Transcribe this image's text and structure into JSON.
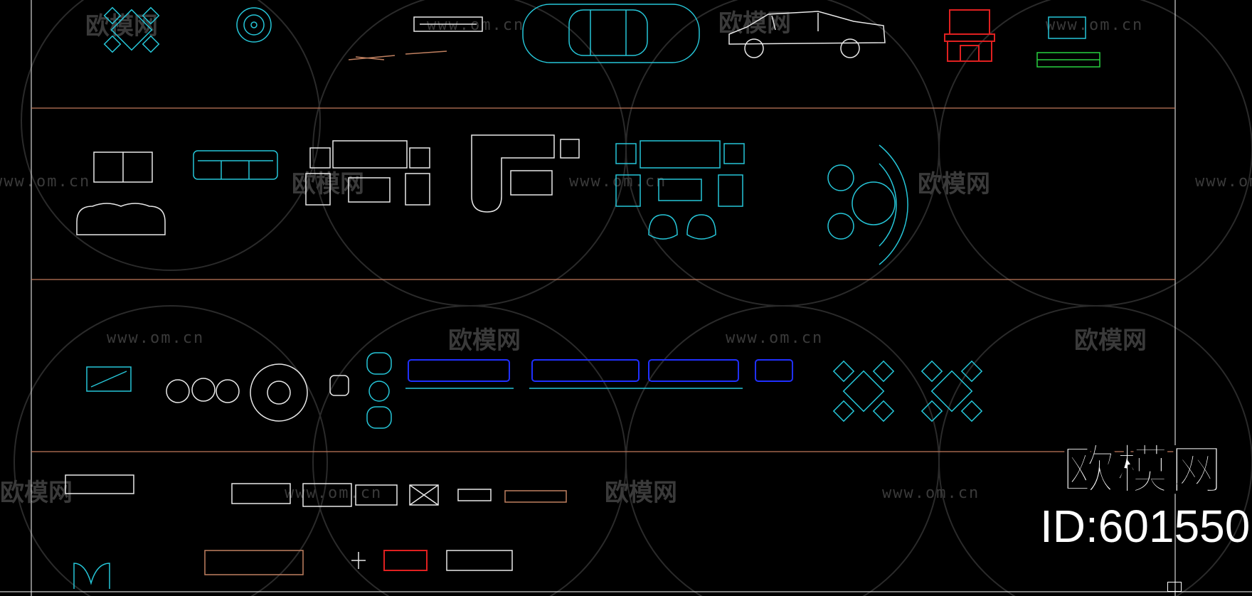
{
  "watermark": {
    "url_text": "www.om.cn",
    "site_cn": "欧模网"
  },
  "brand": {
    "name_cn": "欧模网",
    "id_label": "ID:601550"
  },
  "colors": {
    "background": "#000000",
    "cyan": "#26c6d8",
    "white": "#e8e8e8",
    "blue": "#2030ff",
    "red": "#e02020",
    "green": "#28d040",
    "grid": "#c0785a"
  },
  "drawing_rows": [
    "vehicles-and-decor",
    "sofa-sets",
    "lounge-seating",
    "cabinets-and-doors"
  ]
}
